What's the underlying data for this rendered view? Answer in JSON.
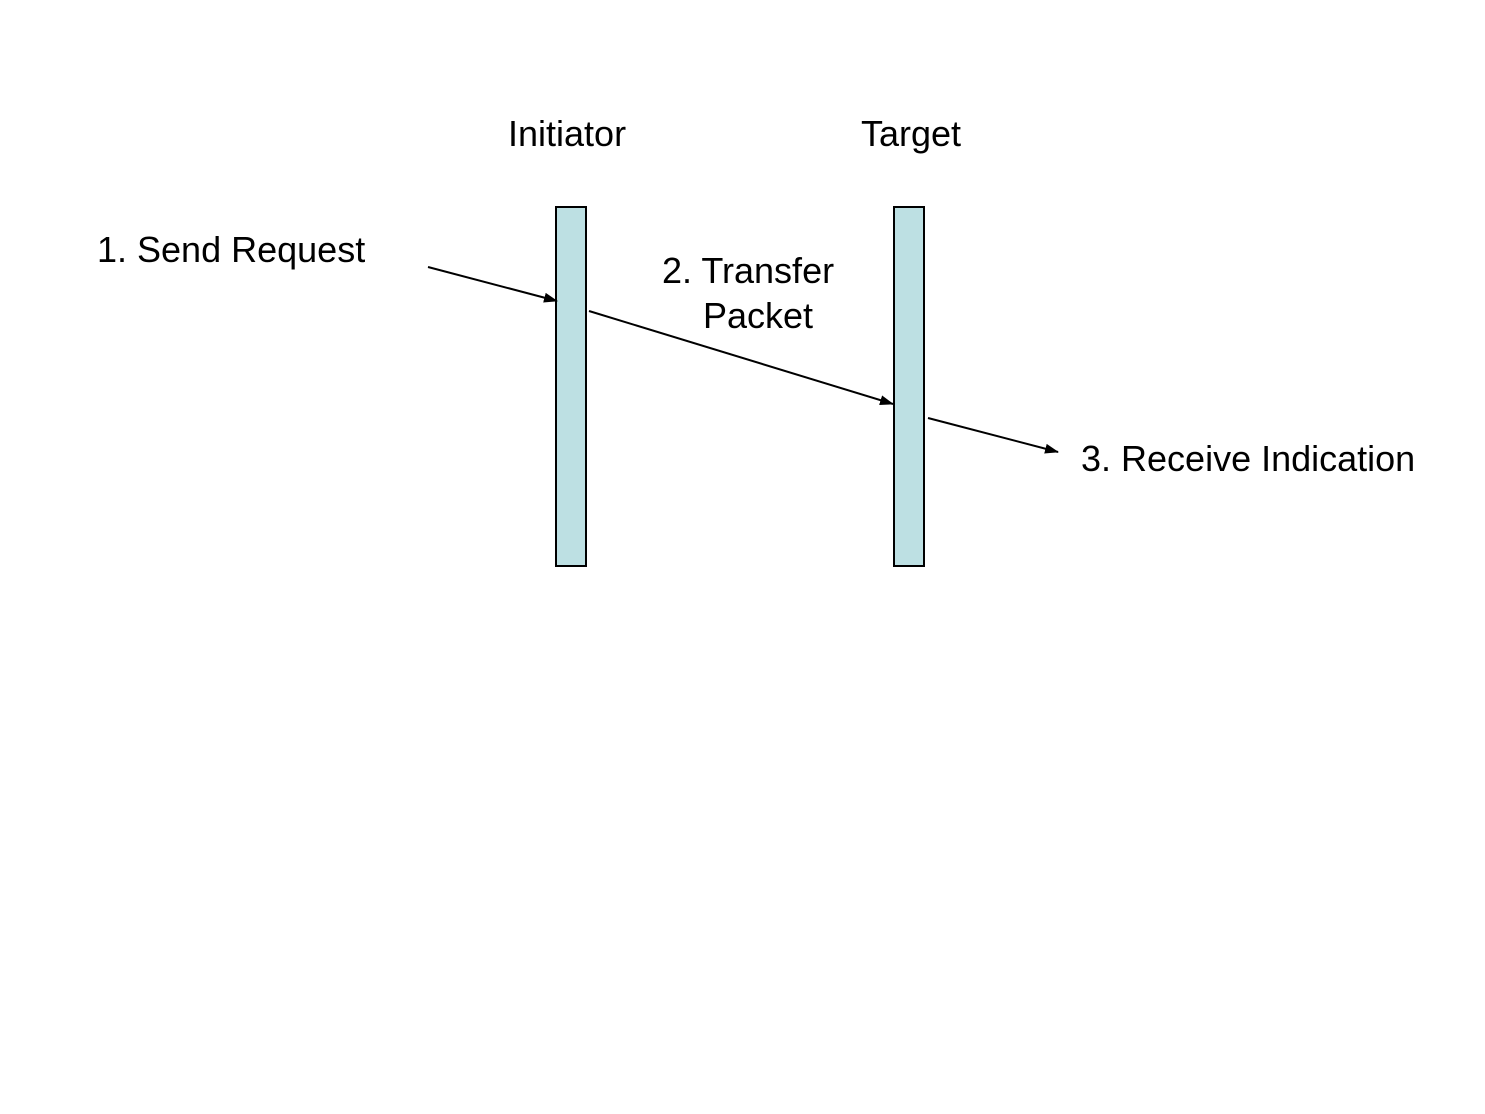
{
  "participants": {
    "initiator": {
      "label": "Initiator"
    },
    "target": {
      "label": "Target"
    }
  },
  "steps": {
    "step1": {
      "label": "1. Send Request"
    },
    "step2": {
      "line1": "2. Transfer",
      "line2": "Packet"
    },
    "step3": {
      "label": "3. Receive Indication"
    }
  },
  "colors": {
    "lifeline_fill": "#bde0e3",
    "stroke": "#000000"
  }
}
